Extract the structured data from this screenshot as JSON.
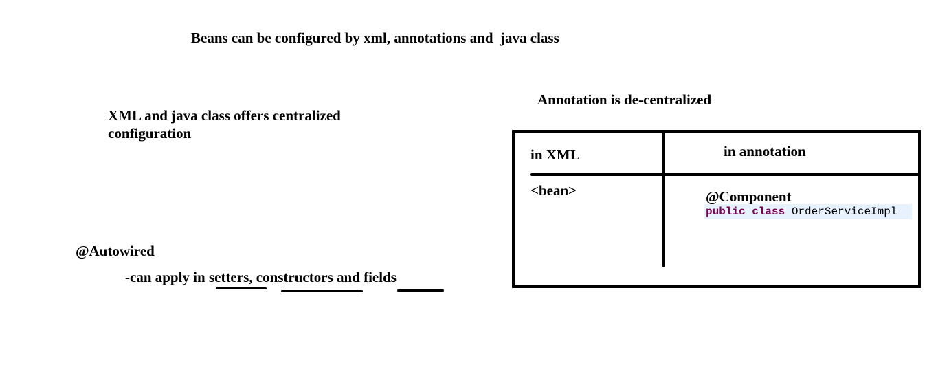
{
  "title": "Beans can be configured by xml, annotations and  java class",
  "centralized": {
    "line1": "XML and java class offers centralized",
    "line2": "configuration"
  },
  "autowired": {
    "heading": "@Autowired",
    "prefix": "-can apply in ",
    "setters": "setters",
    "comma": ", ",
    "constructors": "constructors",
    "and": " and ",
    "fields": "fields"
  },
  "annotation_heading": "Annotation is de-centralized",
  "table": {
    "col_xml": "in XML",
    "col_annotation": "in annotation",
    "xml_cell": "<bean>",
    "annotation_cell": "@Component",
    "code": {
      "kw1": "public",
      "kw2": "class",
      "class_name": "OrderServiceImpl"
    }
  },
  "colors": {
    "keyword": "#7f0055",
    "code_bg": "#e8f2fe"
  }
}
